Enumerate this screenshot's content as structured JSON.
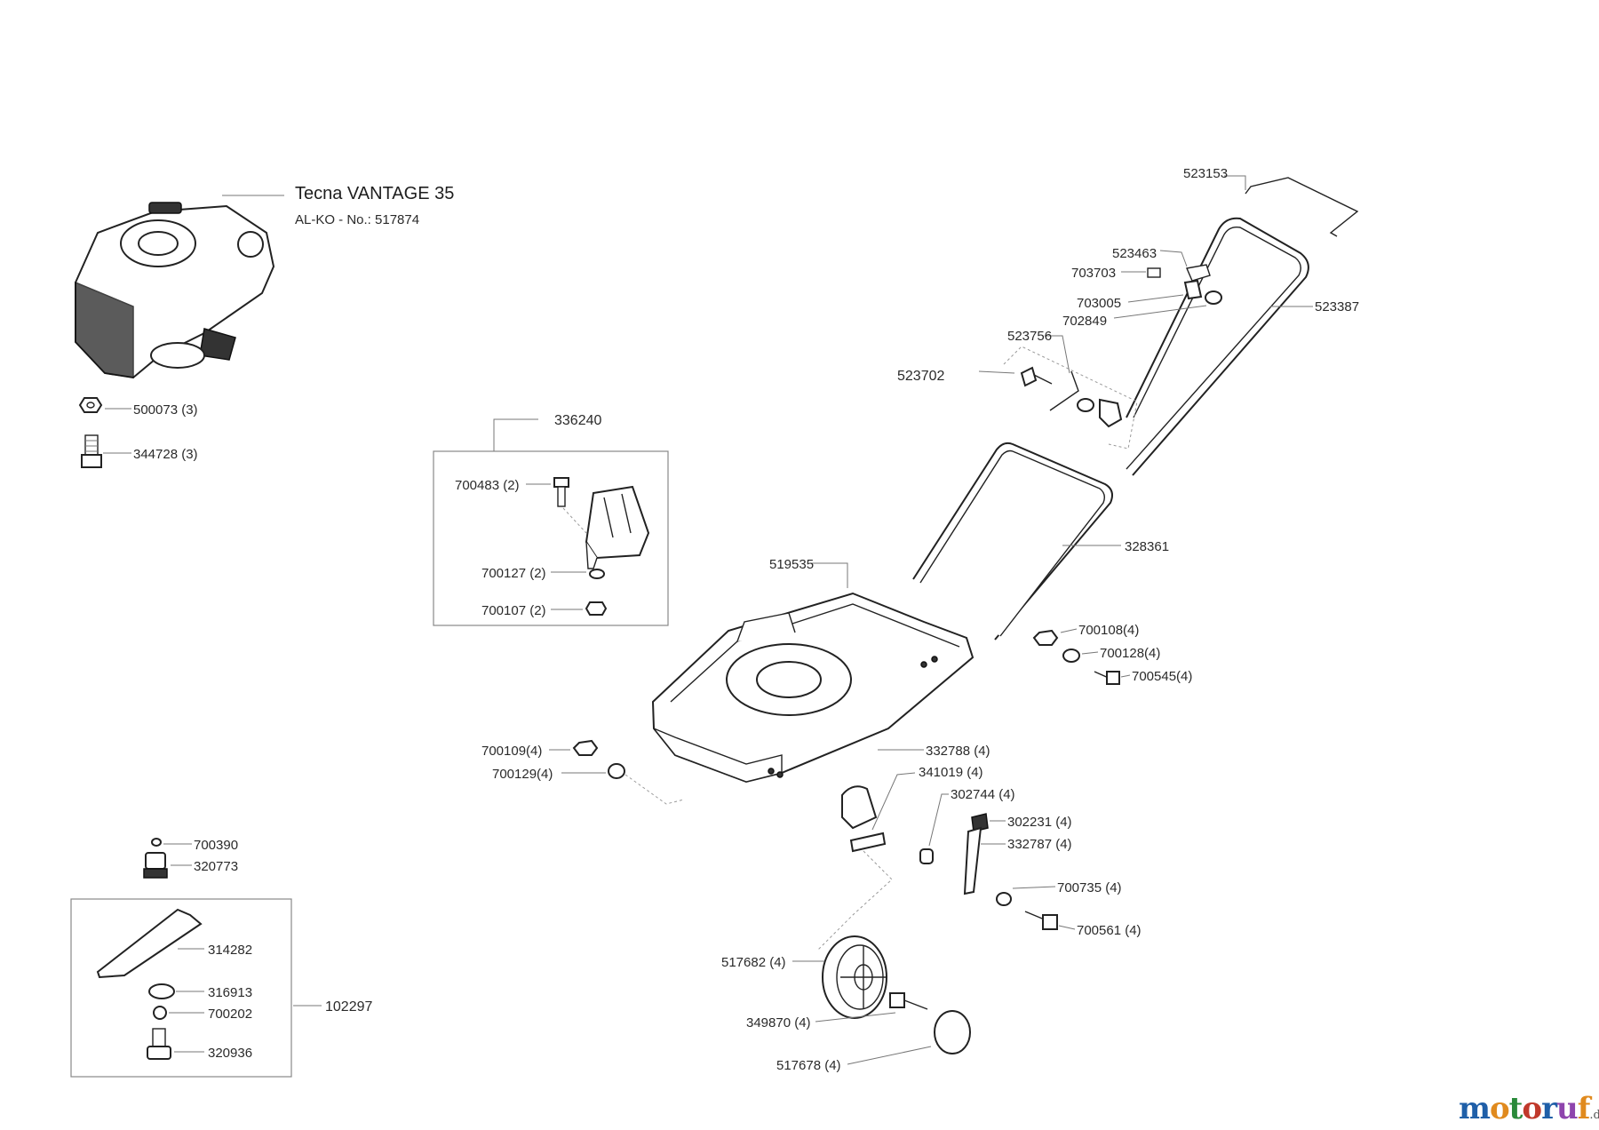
{
  "engine": {
    "title": "Tecna VANTAGE 35",
    "subtitle": "AL-KO - No.: 517874"
  },
  "parts": {
    "p500073": "500073 (3)",
    "p344728": "344728 (3)",
    "p336240": "336240",
    "p700483": "700483 (2)",
    "p700127": "700127 (2)",
    "p700107": "700107 (2)",
    "p523153": "523153",
    "p523463": "523463",
    "p703703": "703703",
    "p703005": "703005",
    "p702849": "702849",
    "p523756": "523756",
    "p523702": "523702",
    "p523387": "523387",
    "p328361": "328361",
    "p519535": "519535",
    "p700108": "700108(4)",
    "p700128": "700128(4)",
    "p700545": "700545(4)",
    "p700109": "700109(4)",
    "p700129": "700129(4)",
    "p332788": "332788 (4)",
    "p341019": "341019 (4)",
    "p302744": "302744 (4)",
    "p302231": "302231 (4)",
    "p332787": "332787 (4)",
    "p700735": "700735 (4)",
    "p700561": "700561 (4)",
    "p517682": "517682 (4)",
    "p349870": "349870 (4)",
    "p517678": "517678 (4)",
    "p700390": "700390",
    "p320773": "320773",
    "p314282": "314282",
    "p316913": "316913",
    "p700202": "700202",
    "p320936": "320936",
    "p102297": "102297"
  },
  "brand": {
    "name": "motoruf",
    "tld": ".de"
  },
  "colors": {
    "brand_letters": [
      "#1f5fa8",
      "#e08a1e",
      "#2a8a3a",
      "#c0392b",
      "#1f5fa8",
      "#8e44ad",
      "#e08a1e"
    ]
  }
}
